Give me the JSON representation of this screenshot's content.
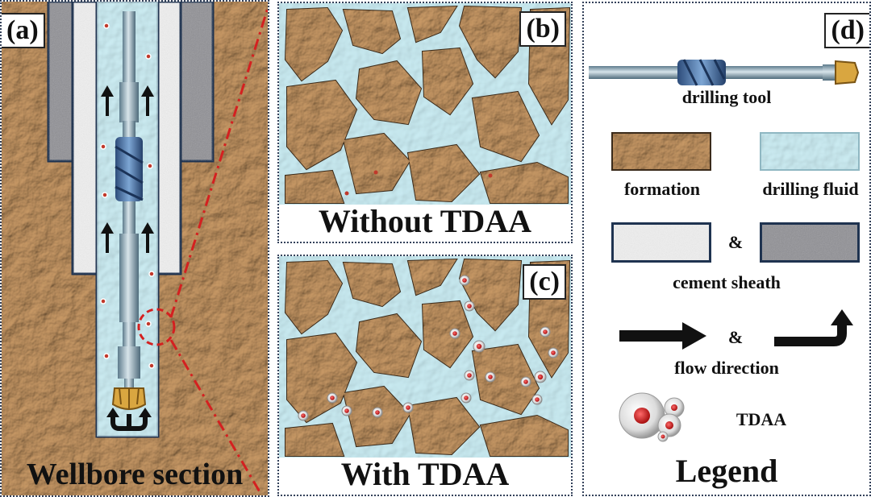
{
  "panel_a": {
    "label": "(a)",
    "caption": "Wellbore section"
  },
  "panel_b": {
    "label": "(b)",
    "caption": "Without TDAA"
  },
  "panel_c": {
    "label": "(c)",
    "caption": "With TDAA"
  },
  "panel_d": {
    "label": "(d)",
    "title": "Legend",
    "items": {
      "drilling_tool": "drilling tool",
      "formation": "formation",
      "drilling_fluid": "drilling fluid",
      "ampersand": "&",
      "cement_sheath": "cement sheath",
      "flow_direction": "flow direction",
      "tdaa": "TDAA"
    }
  },
  "colors": {
    "formation": "#b0865a",
    "formation_dark": "#7d5a37",
    "fluid": "#b9e3ec",
    "cement_light": "#ececec",
    "cement_dark": "#8f8f94",
    "border": "#1f3350",
    "highlight_red": "#d42020",
    "tool_steel": "#7f9fb1"
  },
  "icons": [
    "up-arrow-icon",
    "drill-bit-icon",
    "flow-arrow-icon",
    "u-turn-arrow-icon",
    "tdaa-particle-icon"
  ]
}
